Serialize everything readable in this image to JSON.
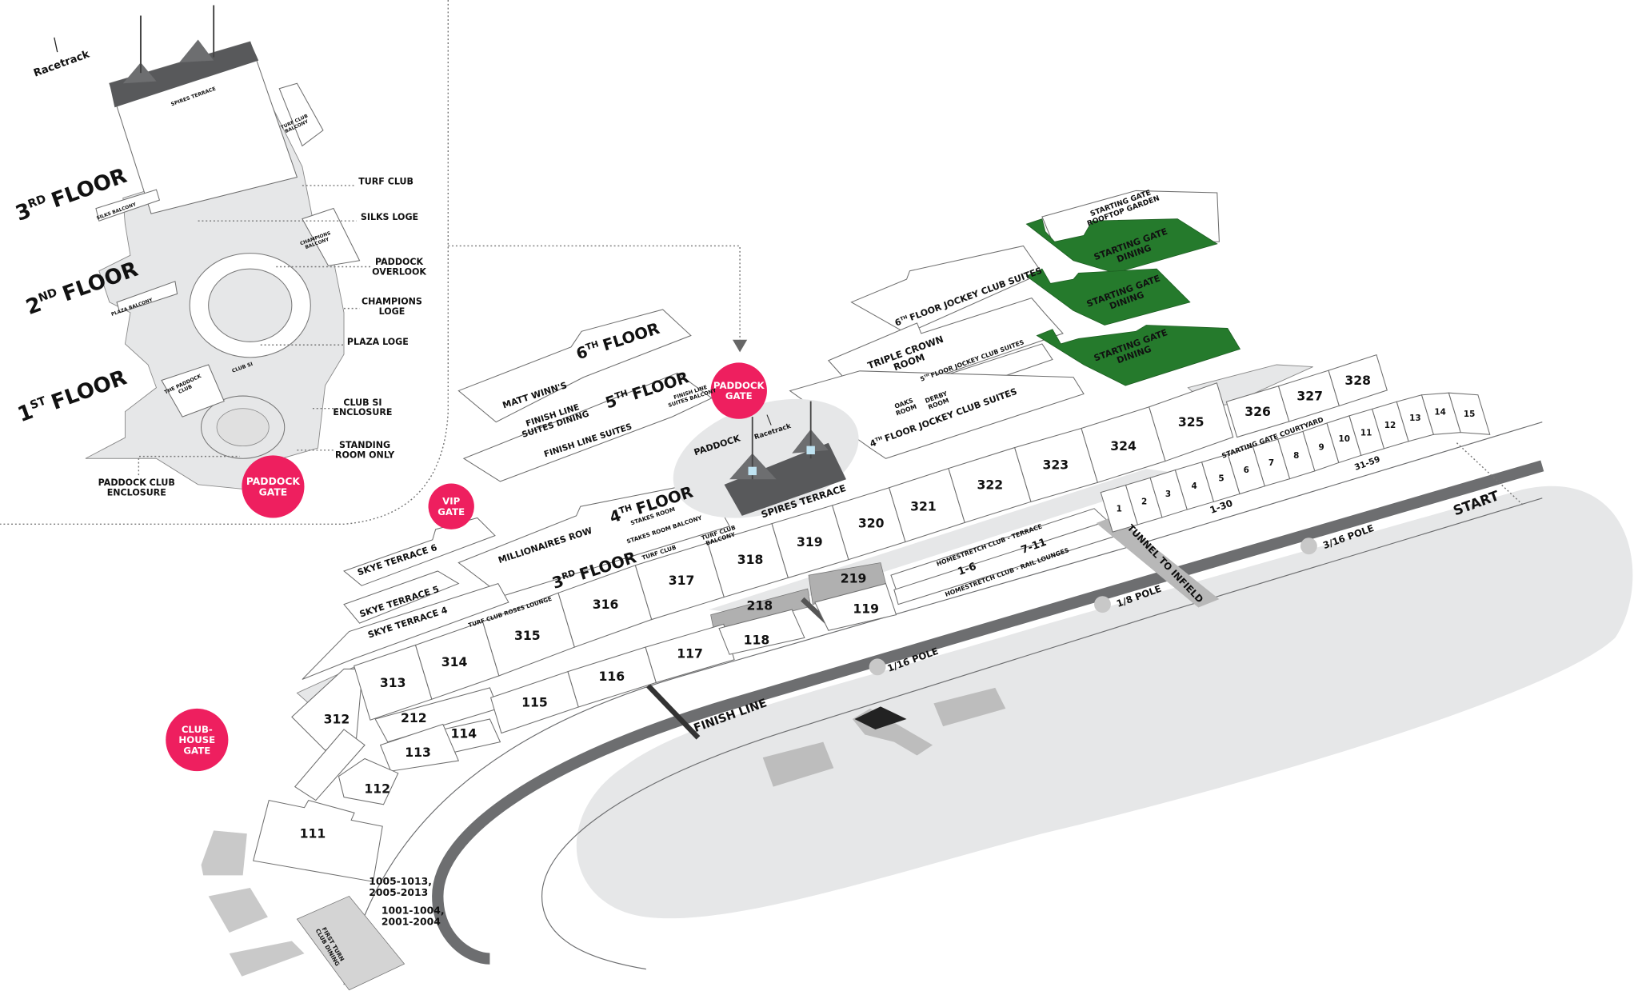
{
  "colors": {
    "gate": "#ee1f5f",
    "dining": "#257a2c",
    "infield": "#e6e7e8",
    "rail": "#6d6e70"
  },
  "inset": {
    "racetrack": "Racetrack",
    "floor3": {
      "num": "3",
      "sup": "RD",
      "word": "FLOOR"
    },
    "floor2": {
      "num": "2",
      "sup": "ND",
      "word": "FLOOR"
    },
    "floor1": {
      "num": "1",
      "sup": "ST",
      "word": "FLOOR"
    },
    "spires_terrace": "SPIRES TERRACE",
    "turf_club_balcony": [
      "TURF CLUB",
      "BALCONY"
    ],
    "silks_balcony": "SILKS BALCONY",
    "champions_balcony": [
      "CHAMPIONS",
      "BALCONY"
    ],
    "plaza_balcony": "PLAZA BALCONY",
    "club_si": "CLUB SI",
    "the_paddock_club": [
      "THE PADDOCK",
      "CLUB"
    ],
    "turf_club": "TURF CLUB",
    "silks_loge": "SILKS LOGE",
    "paddock_overlook": [
      "PADDOCK",
      "OVERLOOK"
    ],
    "champions_loge": [
      "CHAMPIONS",
      "LOGE"
    ],
    "plaza_loge": "PLAZA LOGE",
    "club_si_enclosure": [
      "CLUB SI",
      "ENCLOSURE"
    ],
    "standing_room_only": [
      "STANDING",
      "ROOM ONLY"
    ],
    "paddock_club_enclosure": [
      "PADDOCK CLUB",
      "ENCLOSURE"
    ],
    "paddock_gate": [
      "PADDOCK",
      "GATE"
    ]
  },
  "gates": {
    "vip_gate": [
      "VIP",
      "GATE"
    ],
    "paddock_gate": [
      "PADDOCK",
      "GATE"
    ],
    "clubhouse_gate": [
      "CLUB-",
      "HOUSE",
      "GATE"
    ]
  },
  "labels": {
    "floor6": {
      "num": "6",
      "sup": "TH",
      "word": "FLOOR"
    },
    "floor5": {
      "num": "5",
      "sup": "TH",
      "word": "FLOOR"
    },
    "floor4": {
      "num": "4",
      "sup": "TH",
      "word": "FLOOR"
    },
    "floor3": {
      "num": "3",
      "sup": "RD",
      "word": "FLOOR"
    },
    "matt_winns": "MATT WINN'S",
    "finish_line_suites_dining": [
      "FINISH LINE",
      "SUITES DINING"
    ],
    "finish_line_suites": "FINISH LINE SUITES",
    "finish_line_suites_balcony": [
      "FINISH LINE",
      "SUITES BALCONY"
    ],
    "paddock": "PADDOCK",
    "racetrack": "Racetrack",
    "spires_terrace": "SPIRES TERRACE",
    "stakes_room": "STAKES ROOM",
    "stakes_room_balcony": "STAKES ROOM BALCONY",
    "turf_club_balcony": [
      "TURF CLUB",
      "BALCONY"
    ],
    "turf_club": "TURF CLUB",
    "millionaires_row": "MILLIONAIRES ROW",
    "turf_club_roses_lounge": "TURF CLUB ROSES LOUNGE",
    "skye_terrace_6": "SKYE TERRACE 6",
    "skye_terrace_5": "SKYE TERRACE 5",
    "skye_terrace_4": "SKYE TERRACE 4",
    "sixth_floor_jockey_club_suites": {
      "num": "6",
      "sup": "TH",
      "word": "FLOOR JOCKEY CLUB SUITES"
    },
    "fifth_floor_jockey_club_suites": {
      "num": "5",
      "sup": "TH",
      "word": "FLOOR JOCKEY CLUB SUITES"
    },
    "fourth_floor_jockey_club_suites": {
      "num": "4",
      "sup": "TH",
      "word": "FLOOR JOCKEY CLUB SUITES"
    },
    "triple_crown_room": [
      "TRIPLE CROWN",
      "ROOM"
    ],
    "oaks_room": [
      "OAKS",
      "ROOM"
    ],
    "derby_room": [
      "DERBY",
      "ROOM"
    ],
    "starting_gate_rooftop_garden": [
      "STARTING GATE",
      "ROOFTOP  GARDEN"
    ],
    "starting_gate_dining": [
      "STARTING GATE",
      "DINING"
    ],
    "starting_gate_courtyard": "STARTING GATE COURTYARD",
    "homestretch_terrace": "HOMESTRETCH CLUB - TERRACE",
    "homestretch_rail": "HOMESTRETCH CLUB - RAIL LOUNGES",
    "hs_1_6": "1-6",
    "hs_7_11": "7-11",
    "boxes_1_30": "1-30",
    "boxes_31_59": "31-59",
    "tunnel": "TUNNEL TO INFIELD",
    "finish_line": "FINISH LINE",
    "start": "START",
    "pole_1_16": "1/16 POLE",
    "pole_1_8": "1/8 POLE",
    "pole_3_16": "3/16 POLE",
    "first_turn_club_dining": [
      "FIRST TURN",
      "CLUB DINING"
    ],
    "range_1005": [
      "1005-1013,",
      "2005-2013"
    ],
    "range_1001": [
      "1001-1004,",
      "2001-2004"
    ]
  },
  "sections": {
    "row300": [
      "313",
      "314",
      "315",
      "316",
      "317",
      "318",
      "319",
      "320",
      "321",
      "322",
      "323",
      "324",
      "325"
    ],
    "row326": [
      "326",
      "327",
      "328"
    ],
    "row100": [
      "115",
      "116",
      "117"
    ],
    "boxes": [
      "1",
      "2",
      "3",
      "4",
      "5",
      "6",
      "7",
      "8",
      "9",
      "10",
      "11",
      "12",
      "13",
      "14",
      "15"
    ],
    "singles": {
      "s312": "312",
      "s212": "212",
      "s114": "114",
      "s113": "113",
      "s112": "112",
      "s111": "111",
      "s118": "118",
      "s119": "119",
      "s218": "218",
      "s219": "219"
    }
  }
}
